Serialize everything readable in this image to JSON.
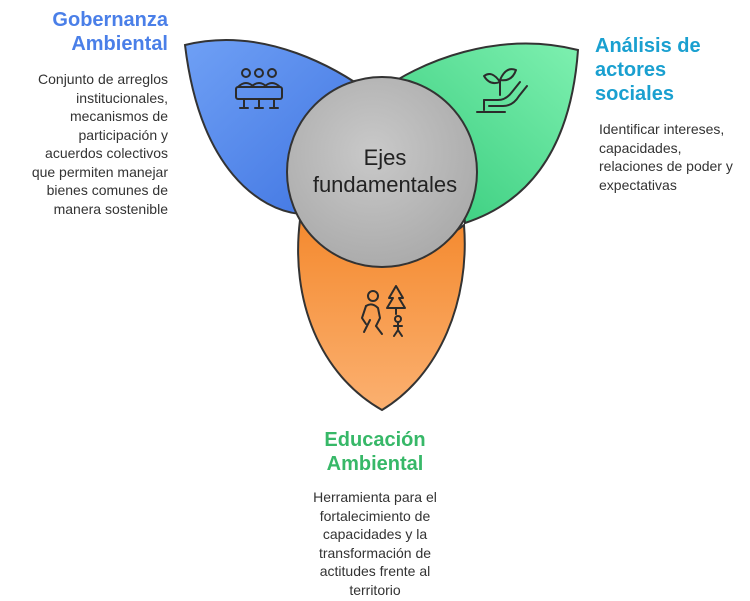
{
  "center": {
    "label_line1": "Ejes",
    "label_line2": "fundamentales"
  },
  "petals": [
    {
      "id": "gobernanza",
      "title_line1": "Gobernanza",
      "title_line2": "Ambiental",
      "title_color": "#4a7fe8",
      "fill": "#5b8def",
      "icon": "meeting-people-icon",
      "description": [
        "Conjunto de arreglos",
        "institucionales,",
        "mecanismos de",
        "participación y",
        "acuerdos colectivos",
        "que permiten manejar",
        "bienes comunes de",
        "manera sostenible"
      ]
    },
    {
      "id": "analisis",
      "title_line1": "Análisis de",
      "title_line2": "actores",
      "title_line3": "sociales",
      "title_color": "#1aa0d0",
      "fill": "#4fd98a",
      "icon": "plant-in-hand-icon",
      "description": [
        "Identificar intereses,",
        "capacidades,",
        "relaciones de poder y",
        "expectativas"
      ]
    },
    {
      "id": "educacion",
      "title_line1": "Educación",
      "title_line2": "Ambiental",
      "title_color": "#37b868",
      "fill": "#f9a452",
      "icon": "hiker-tree-icon",
      "description": [
        "Herramienta para el",
        "fortalecimiento de",
        "capacidades y la",
        "transformación de",
        "actitudes frente al",
        "territorio"
      ]
    }
  ]
}
